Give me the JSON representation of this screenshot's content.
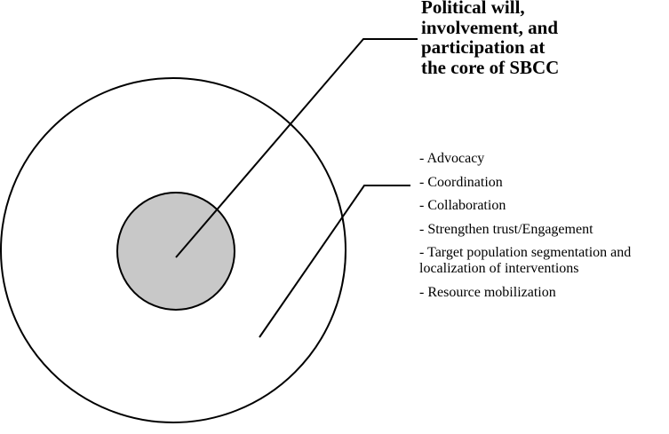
{
  "core_label": {
    "lines": [
      "Political will,",
      "involvement, and",
      "participation at",
      "the core of SBCC"
    ]
  },
  "strategies": [
    "- Advocacy",
    "- Coordination",
    "- Collaboration",
    "- Strengthen trust/Engagement",
    "- Target population segmentation and localization of interventions",
    "- Resource mobilization"
  ],
  "colors": {
    "inner_circle_fill": "#c8c8c8",
    "stroke": "#000000",
    "background": "#ffffff"
  }
}
